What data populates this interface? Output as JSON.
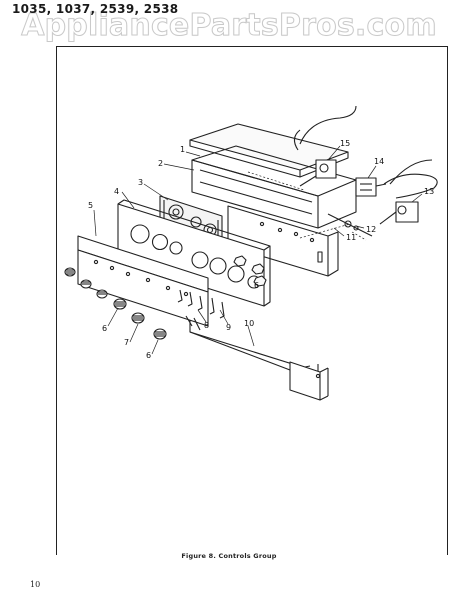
{
  "header": {
    "model_numbers": "1035, 1037, 2539, 2538",
    "watermark": "AppliancePartsPros.com"
  },
  "figure": {
    "caption": "Figure 8.  Controls Group",
    "page_number": "10"
  },
  "callouts": [
    "1",
    "2",
    "3",
    "4",
    "5",
    "6",
    "7",
    "6",
    "8",
    "9",
    "10",
    "11",
    "12",
    "13",
    "14",
    "15",
    "6"
  ]
}
